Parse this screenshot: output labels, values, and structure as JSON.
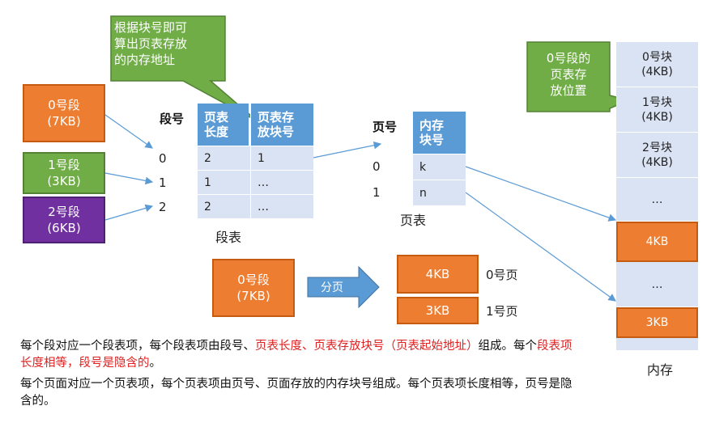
{
  "callouts": {
    "top": "根据块号即可\n算出页表存放\n的内存地址",
    "right": "0号段的\n页表存\n放位置"
  },
  "segments": [
    {
      "label": "0号段\n(7KB)"
    },
    {
      "label": "1号段\n(3KB)"
    },
    {
      "label": "2号段\n(6KB)"
    }
  ],
  "segment_table": {
    "num_header": "段号",
    "headers": [
      "页表\n长度",
      "页表存\n放块号"
    ],
    "row_nums": [
      "0",
      "1",
      "2"
    ],
    "rows": [
      [
        "2",
        "1"
      ],
      [
        "1",
        "…"
      ],
      [
        "2",
        "…"
      ]
    ],
    "caption": "段表"
  },
  "page_table": {
    "num_header": "页号",
    "header": "内存\n块号",
    "row_nums": [
      "0",
      "1"
    ],
    "rows": [
      "k",
      "n"
    ],
    "caption": "页表"
  },
  "paging": {
    "segment": "0号段\n(7KB)",
    "arrow": "分页",
    "pages": [
      {
        "size": "4KB",
        "label": "0号页"
      },
      {
        "size": "3KB",
        "label": "1号页"
      }
    ]
  },
  "memory": {
    "blocks": [
      "0号块\n(4KB)",
      "1号块\n(4KB)",
      "2号块\n(4KB)",
      "…",
      "4KB",
      "…",
      "3KB"
    ],
    "caption": "内存"
  },
  "text": {
    "p1_a": "每个段对应一个段表项，每个段表项由段号、",
    "p1_red1": "页表长度、页表存放块号（页表起始地址）",
    "p1_b": "组成。每个",
    "p1_red2": "段表项长度相等，段号是隐含的",
    "p1_c": "。",
    "p2": "每个页面对应一个页表项，每个页表项由页号、页面存放的内存块号组成。每个页表项长度相等，页号是隐含的。"
  },
  "colors": {
    "orange": "#ed7d31",
    "green": "#70ad47",
    "purple": "#7030a0",
    "table_header": "#5b9bd5",
    "table_row": "#dae3f3",
    "callout_green": "#70ad47",
    "emphasis_red": "#e02020"
  }
}
